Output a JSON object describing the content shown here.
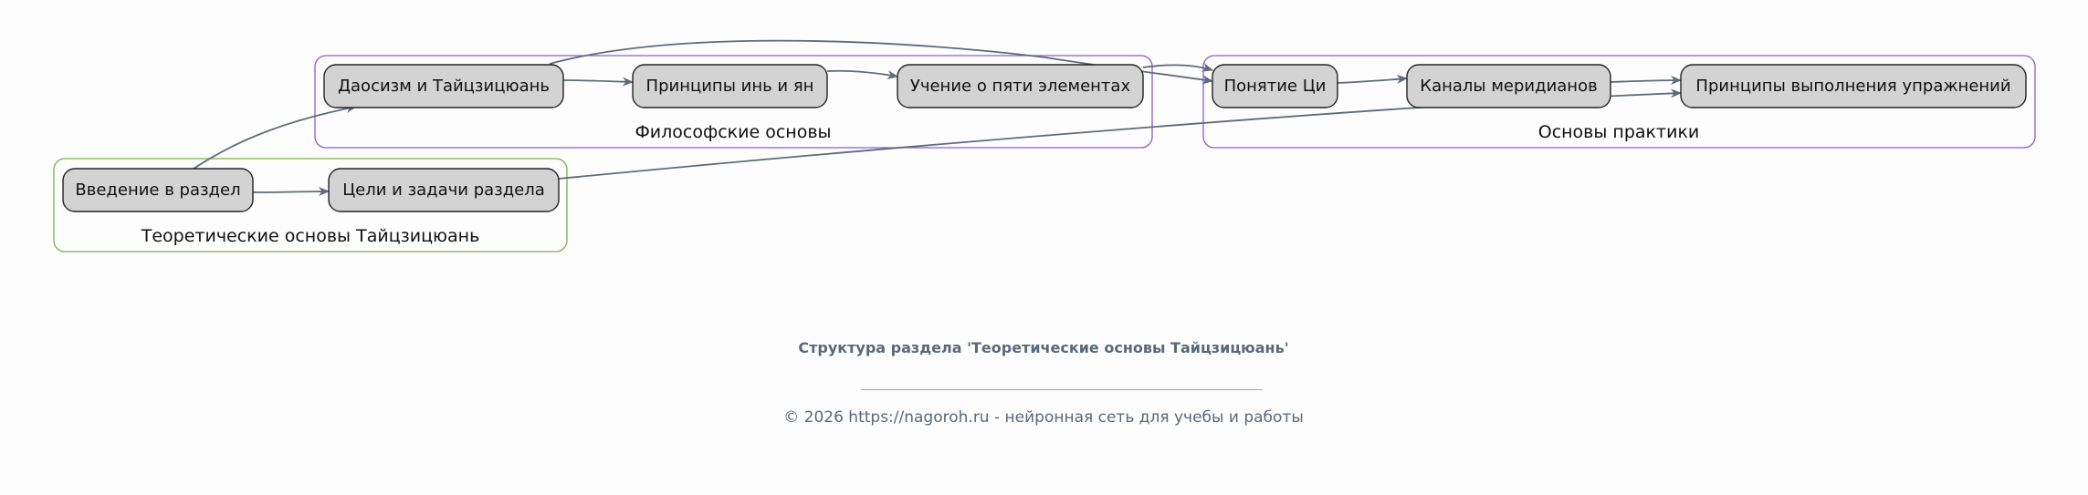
{
  "clusters": [
    {
      "id": "theory",
      "label": "Теоретические основы Тайцзицюань",
      "color": "#7cb342"
    },
    {
      "id": "philosophy",
      "label": "Философские основы",
      "color": "#8e5ccf"
    },
    {
      "id": "practice",
      "label": "Основы практики",
      "color": "#8e5ccf"
    }
  ],
  "nodes": [
    {
      "id": "intro",
      "label": "Введение в раздел",
      "cluster": "theory"
    },
    {
      "id": "goals",
      "label": "Цели и задачи раздела",
      "cluster": "theory"
    },
    {
      "id": "taoism",
      "label": "Даосизм и Тайцзицюань",
      "cluster": "philosophy"
    },
    {
      "id": "yinyang",
      "label": "Принципы инь и ян",
      "cluster": "philosophy"
    },
    {
      "id": "five",
      "label": "Учение о пяти элементах",
      "cluster": "philosophy"
    },
    {
      "id": "qi",
      "label": "Понятие Ци",
      "cluster": "practice"
    },
    {
      "id": "meridians",
      "label": "Каналы меридианов",
      "cluster": "practice"
    },
    {
      "id": "principles",
      "label": "Принципы выполнения упражнений",
      "cluster": "practice"
    }
  ],
  "edges": [
    {
      "from": "intro",
      "to": "goals"
    },
    {
      "from": "intro",
      "to": "taoism"
    },
    {
      "from": "taoism",
      "to": "yinyang"
    },
    {
      "from": "yinyang",
      "to": "five"
    },
    {
      "from": "five",
      "to": "qi"
    },
    {
      "from": "taoism",
      "to": "qi"
    },
    {
      "from": "qi",
      "to": "meridians"
    },
    {
      "from": "meridians",
      "to": "principles"
    },
    {
      "from": "goals",
      "to": "principles"
    }
  ],
  "caption": {
    "title": "Структура раздела 'Теоретические основы Тайцзицюань'",
    "copyright": "© 2026 https://nagoroh.ru - нейронная сеть для учебы и работы"
  }
}
